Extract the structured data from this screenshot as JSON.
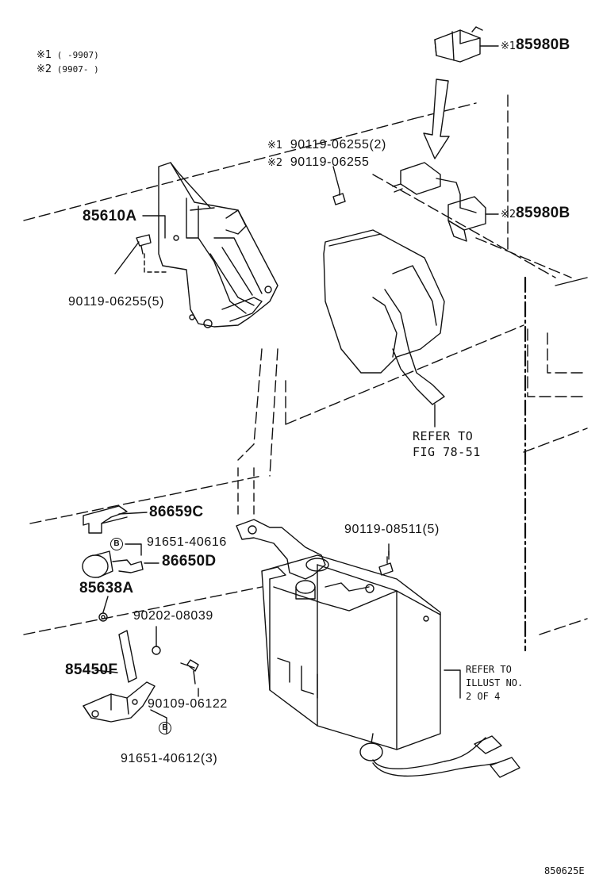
{
  "legend": {
    "line1_mark": "※1",
    "line1_text": "(    -9907)",
    "line2_mark": "※2",
    "line2_text": "(9907-    )"
  },
  "callouts": {
    "p85980B_1": {
      "mark": "※1",
      "part": "85980B"
    },
    "p85980B_2": {
      "mark": "※2",
      "part": "85980B"
    },
    "bolt_a_1": {
      "mark": "※1",
      "part": "90119-06255(2)"
    },
    "bolt_a_2": {
      "mark": "※2",
      "part": "90119-06255"
    },
    "p85610A": "85610A",
    "bolt_b": "90119-06255(5)",
    "p86659C": "86659C",
    "clip1": {
      "badge": "B",
      "part": "91651-40616"
    },
    "p86650D": "86650D",
    "p85638A": "85638A",
    "p90202": "90202-08039",
    "p85450F": "85450F",
    "p90109": "90109-06122",
    "clip2": {
      "badge": "B",
      "part": "91651-40612(3)"
    },
    "bolt_c": "90119-08511(5)"
  },
  "refs": {
    "fig": {
      "line1": "REFER TO",
      "line2": "FIG 78-51"
    },
    "illust": {
      "line1": "REFER TO",
      "line2": "ILLUST NO.",
      "line3": "2 OF 4"
    }
  },
  "diagram_code": "850625E"
}
